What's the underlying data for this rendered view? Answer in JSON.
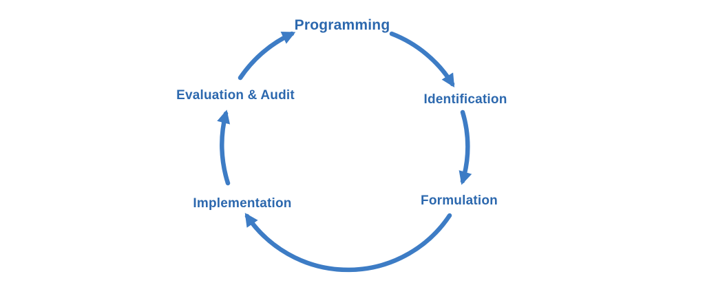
{
  "diagram": {
    "type": "cycle",
    "flow": "clockwise",
    "stages": [
      {
        "id": "programming",
        "label": "Programming"
      },
      {
        "id": "identification",
        "label": "Identification"
      },
      {
        "id": "formulation",
        "label": "Formulation"
      },
      {
        "id": "implementation",
        "label": "Implementation"
      },
      {
        "id": "evaluation_audit",
        "label": "Evaluation & Audit"
      }
    ],
    "connections": [
      {
        "from": "Programming",
        "to": "Identification"
      },
      {
        "from": "Identification",
        "to": "Formulation"
      },
      {
        "from": "Formulation",
        "to": "Implementation"
      },
      {
        "from": "Implementation",
        "to": "Evaluation & Audit"
      },
      {
        "from": "Evaluation & Audit",
        "to": "Programming"
      }
    ],
    "colors": {
      "label": "#2c68ae",
      "arrow": "#3d7cc5",
      "background": "#ffffff"
    }
  }
}
